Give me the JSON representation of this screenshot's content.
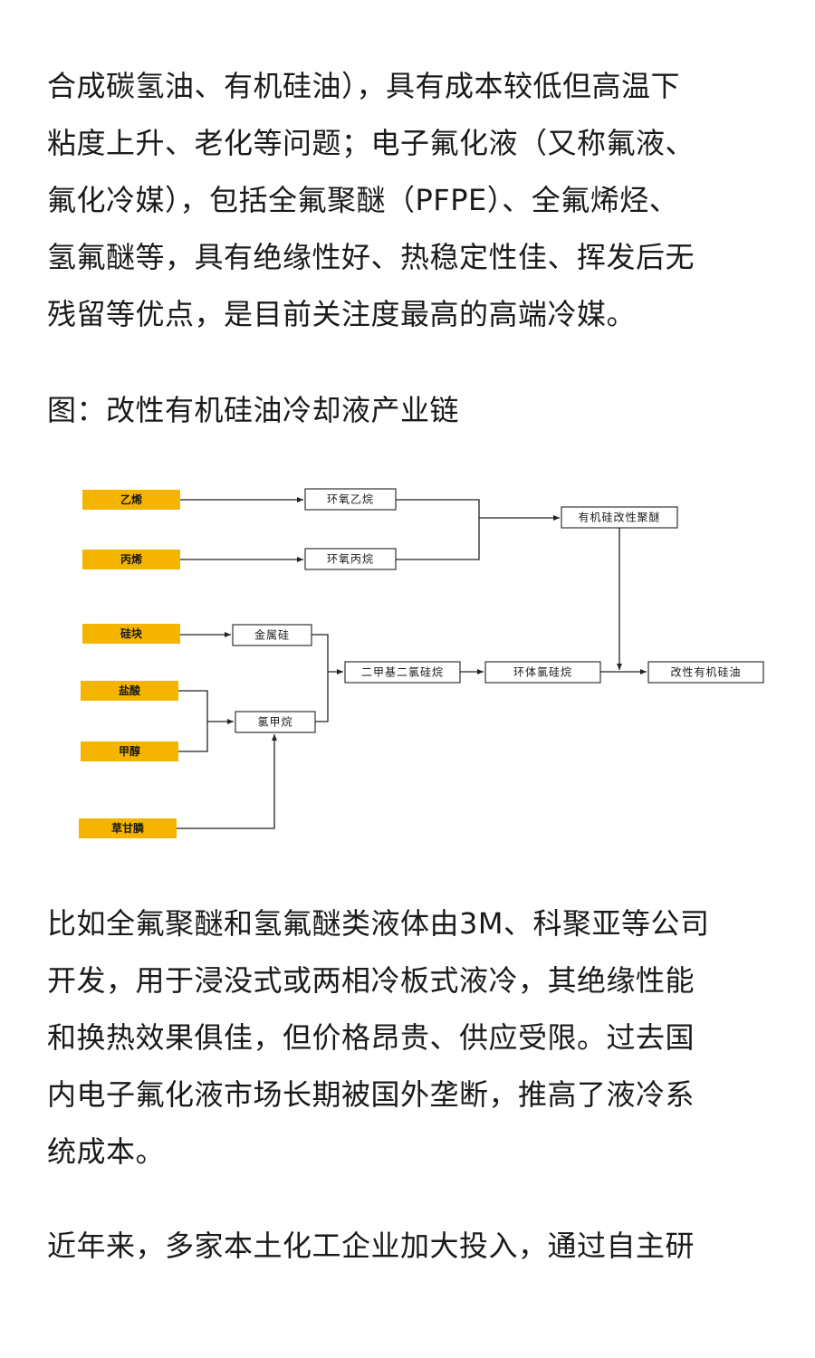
{
  "article": {
    "paragraph_1": "合成碳氢油、有机硅油），具有成本较低但高温下\n粘度上升、老化等问题；电子氟化液（又称氟液、\n氟化冷媒），包括全氟聚醚（PFPE）、全氟烯烃、\n氢氟醚等，具有绝缘性好、热稳定性佳、挥发后无\n残留等优点，是目前关注度最高的高端冷媒。",
    "figure_caption": "图：改性有机硅油冷却液产业链",
    "paragraph_2": "比如全氟聚醚和氢氟醚类液体由3M、科聚亚等公司\n开发，用于浸没式或两相冷板式液冷，其绝缘性能\n和换热效果俱佳，但价格昂贵、供应受限。过去国\n内电子氟化液市场长期被国外垄断，推高了液冷系\n统成本。",
    "paragraph_3": "近年来，多家本土化工企业加大投入，通过自主研"
  },
  "diagram": {
    "raw_materials": {
      "ethylene": "乙烯",
      "propylene": "丙烯",
      "silicon_block": "硅块",
      "hydrochloric_acid": "盐酸",
      "methanol": "甲醇",
      "glyphosate": "草甘膦"
    },
    "intermediates": {
      "ethylene_oxide": "环氧乙烷",
      "propylene_oxide": "环氧丙烷",
      "polyether": "有机硅改性聚醚",
      "metal_silicon": "金属硅",
      "methyl_chloride": "氯甲烷",
      "dimethyldichlorosilane": "二甲基二氯硅烷",
      "cyclosiloxane": "环体氯硅烷",
      "final_product": "改性有机硅油"
    },
    "colors": {
      "raw_material_fill": "#F5B400",
      "node_border": "#333333",
      "connector": "#222222"
    }
  }
}
